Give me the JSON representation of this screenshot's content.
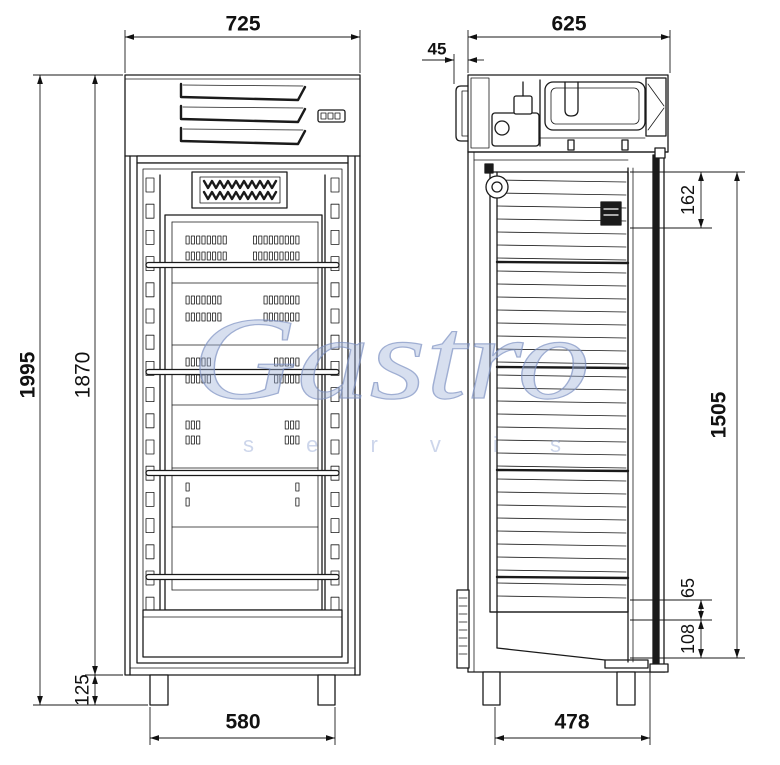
{
  "front_view": {
    "width_top": "725",
    "width_feet": "580",
    "height_total": "1995",
    "height_body": "1870",
    "height_feet": "125"
  },
  "side_view": {
    "depth_top": "625",
    "handle_offset": "45",
    "depth_feet": "478",
    "top_gap": "162",
    "shelf_span": "1505",
    "bottom_gap_upper": "65",
    "bottom_gap_lower": "108"
  },
  "watermark": {
    "brand": "Gastro",
    "sub": "servis",
    "color": "#9fb0d8"
  }
}
